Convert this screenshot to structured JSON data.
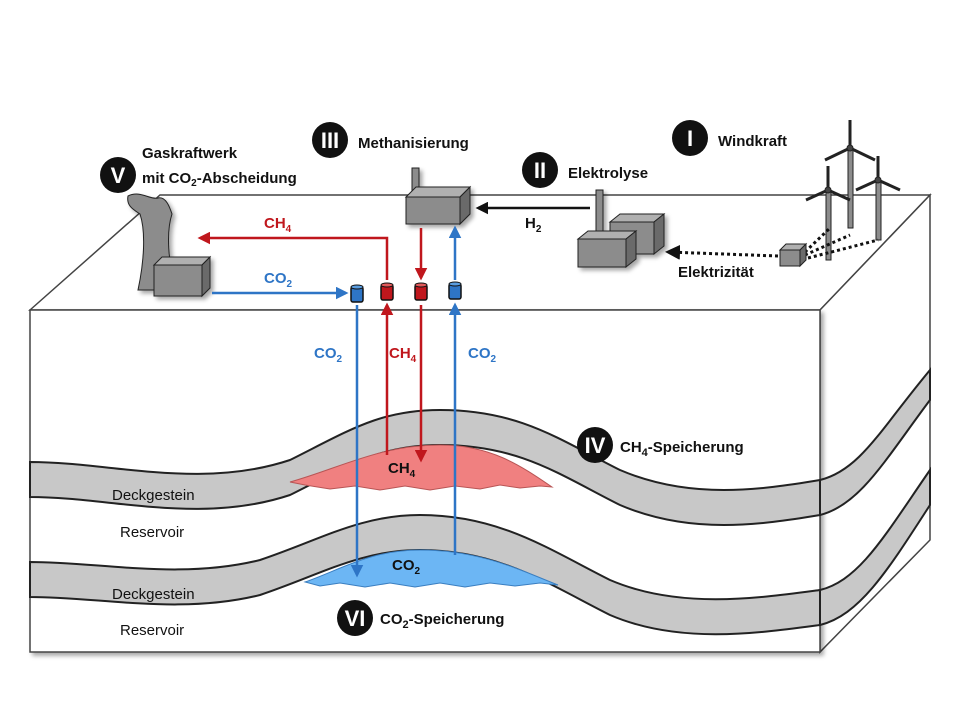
{
  "steps": [
    {
      "numeral": "I",
      "label": "Windkraft"
    },
    {
      "numeral": "II",
      "label": "Elektrolyse"
    },
    {
      "numeral": "III",
      "label": "Methanisierung"
    },
    {
      "numeral": "IV",
      "label_main": "CH",
      "label_sub": "4",
      "label_rest": "-Speicherung"
    },
    {
      "numeral": "V",
      "label_line1": "Gaskraftwerk",
      "label_line2_a": "mit CO",
      "label_line2_sub": "2",
      "label_line2_b": "-Abscheidung"
    },
    {
      "numeral": "VI",
      "label_main": "CO",
      "label_sub": "2",
      "label_rest": "-Speicherung"
    }
  ],
  "flows": {
    "h2": {
      "main": "H",
      "sub": "2"
    },
    "electricity": "Elektrizität",
    "ch4": {
      "main": "CH",
      "sub": "4"
    },
    "co2": {
      "main": "CO",
      "sub": "2"
    }
  },
  "layers": {
    "caprock": "Deckgestein",
    "reservoir": "Reservoir"
  },
  "colors": {
    "ch4": "#c0171d",
    "co2": "#2e75c6",
    "ch4_fill": "#f08080",
    "co2_fill": "#6cb6f4",
    "rock": "#c8c8c8",
    "building": "#8c8c8c"
  }
}
